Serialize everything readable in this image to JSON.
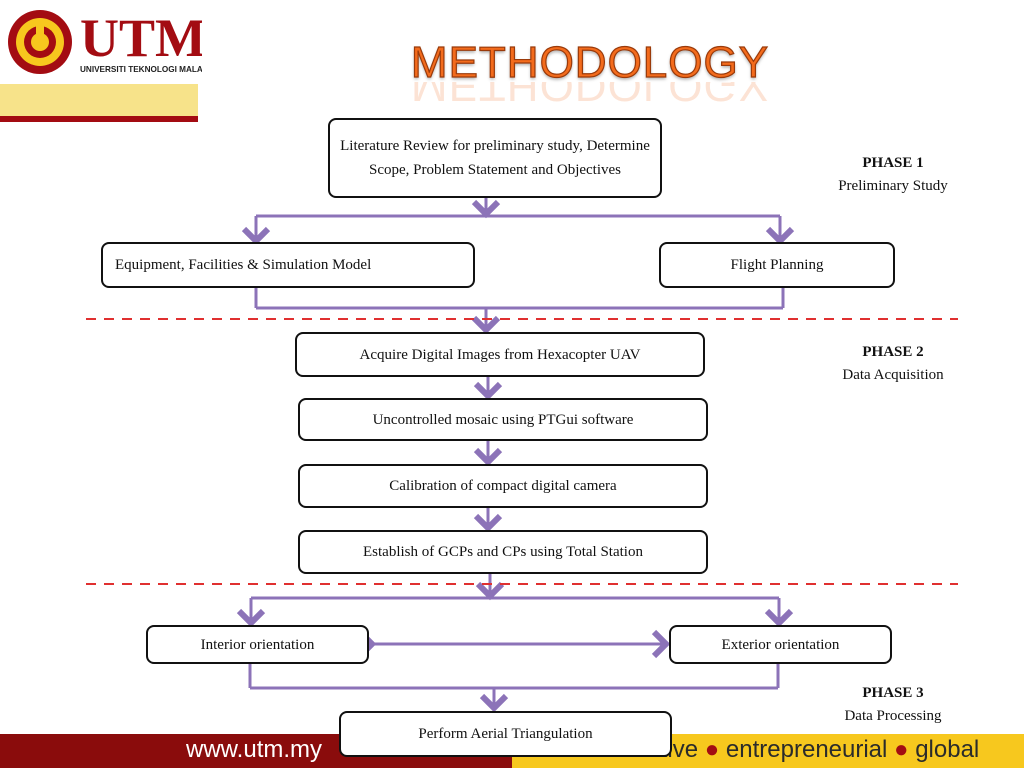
{
  "logo": {
    "brand": "UTM",
    "subtitle": "UNIVERSITI TEKNOLOGI MALAYSIA"
  },
  "title": "METHODOLOGY",
  "boxes": {
    "literature": "Literature Review for preliminary study, Determine Scope, Problem Statement and Objectives",
    "equipment": "Equipment, Facilities & Simulation Model",
    "flight": "Flight Planning",
    "acquire": "Acquire Digital Images from Hexacopter UAV",
    "mosaic": "Uncontrolled mosaic using PTGui software",
    "calibration": "Calibration of compact digital camera",
    "gcp": "Establish of GCPs and CPs using Total Station",
    "interior": "Interior orientation",
    "exterior": "Exterior orientation",
    "triangulation": "Perform Aerial Triangulation"
  },
  "phases": [
    {
      "label": "PHASE 1",
      "name": "Preliminary Study"
    },
    {
      "label": "PHASE 2",
      "name": "Data Acquisition"
    },
    {
      "label": "PHASE 3",
      "name": "Data Processing"
    }
  ],
  "footer": {
    "url": "www.utm.my",
    "tagline_1": "innovative",
    "tagline_2": "entrepreneurial",
    "tagline_3": "global",
    "bullet": "●"
  },
  "colors": {
    "connector": "#8c73b8",
    "divider": "#e03030",
    "title": "#f36b1c",
    "brand_red": "#a30c12"
  }
}
